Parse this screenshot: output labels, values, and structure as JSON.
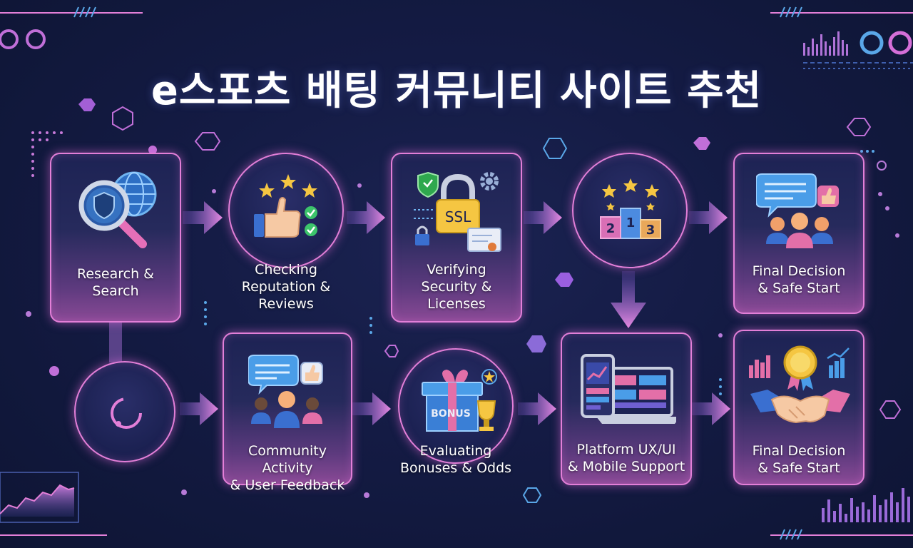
{
  "title": "e스포츠 배팅 커뮤니티 사이트 추천",
  "steps": {
    "research": "Research &\nSearch",
    "reputation": "Checking\nReputation &\nReviews",
    "security": "Verifying\nSecurity &\nLicenses",
    "decision_top": "Final Decision\n& Safe Start",
    "community": "Community Activity\n& User Feedback",
    "bonuses": "Evaluating\nBonuses & Odds",
    "platform": "Platform UX/UI\n& Mobile Support",
    "decision_bottom": "Final Decision\n& Safe Start"
  },
  "icon_text": {
    "ssl": "SSL",
    "bonus": "BONUS",
    "rank_1": "1",
    "rank_2": "2",
    "rank_3": "3"
  },
  "icons": {
    "research": [
      "magnifier-shield-icon",
      "globe-icon"
    ],
    "reputation": [
      "thumbs-up-icon",
      "star-icon",
      "check-icon"
    ],
    "security": [
      "padlock-icon",
      "shield-check-icon",
      "gear-icon",
      "certificate-icon"
    ],
    "ranking": [
      "podium-icon",
      "star-icon"
    ],
    "decision_top": [
      "chat-bubble-icon",
      "users-icon",
      "thumbs-up-icon"
    ],
    "community": [
      "chat-bubble-icon",
      "users-icon",
      "thumbs-up-icon"
    ],
    "bonuses": [
      "gift-box-icon",
      "trophy-icon"
    ],
    "platform": [
      "laptop-icon",
      "phone-icon"
    ],
    "decision_bottom": [
      "medal-icon",
      "handshake-icon",
      "bar-chart-icon"
    ]
  },
  "colors": {
    "background": "#141b44",
    "border": "#e37fd8",
    "arrow": "#e48be0",
    "accent_blue": "#5aa7e8",
    "accent_yellow": "#f5c642"
  }
}
